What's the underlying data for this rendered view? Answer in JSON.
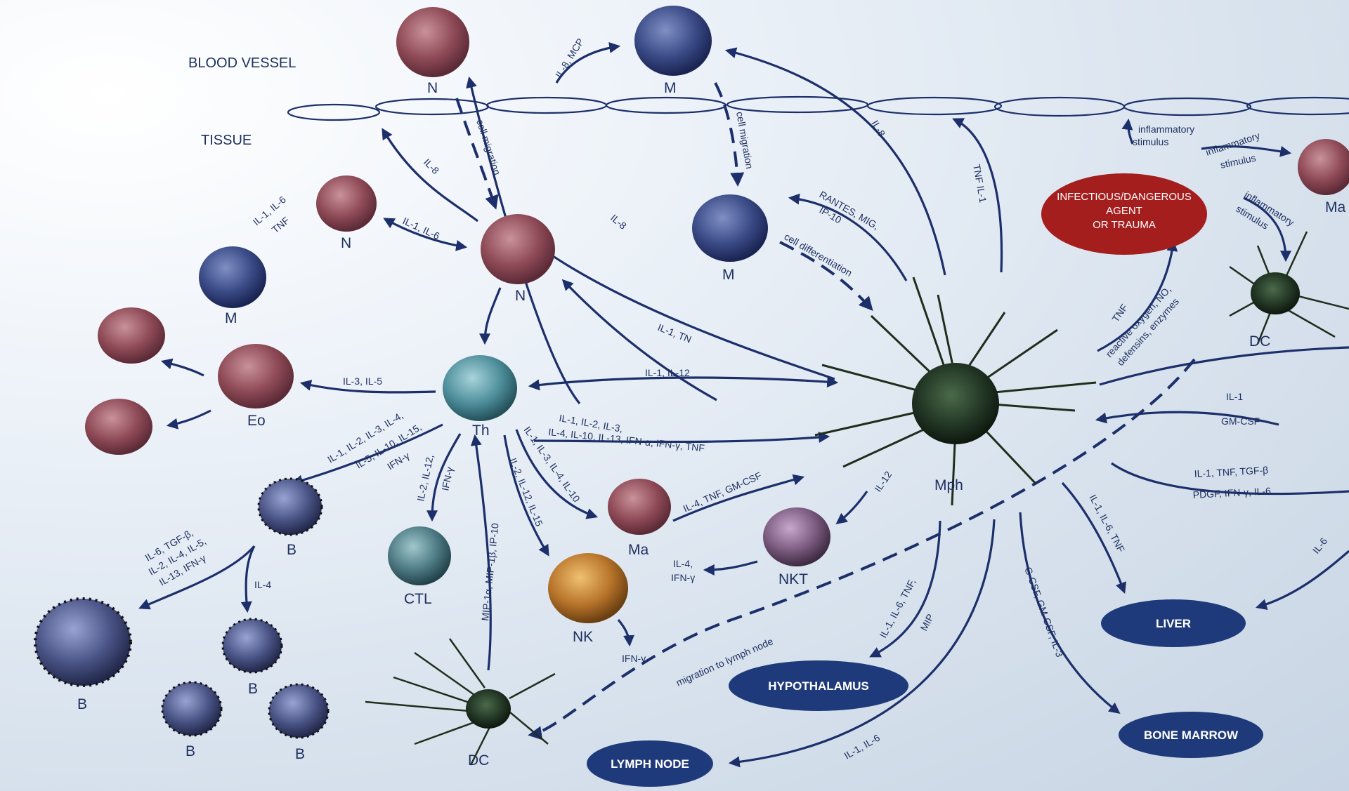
{
  "regions": {
    "blood_vessel": "BLOOD VESSEL",
    "tissue": "TISSUE"
  },
  "cells": {
    "n_vessel": "N",
    "m_vessel": "M",
    "n_small": "N",
    "n_main": "N",
    "m_left": "M",
    "m_tissue": "M",
    "eo": "Eo",
    "th": "Th",
    "b_top": "B",
    "b_big": "B",
    "b_mid": "B",
    "b_bl": "B",
    "b_br": "B",
    "ctl": "CTL",
    "ma_mid": "Ma",
    "nk": "NK",
    "nkt": "NKT",
    "mph": "Mph",
    "dc_bottom": "DC",
    "dc_right": "DC",
    "ma_right": "Ma"
  },
  "organs": {
    "infectious": [
      "INFECTIOUS/DANGEROUS",
      "AGENT",
      "OR TRAUMA"
    ],
    "liver": "LIVER",
    "hypothalamus": "HYPOTHALAMUS",
    "lymph_node": "LYMPH NODE",
    "bone_marrow": "BONE MARROW"
  },
  "edge_labels": {
    "il8_mcp": "IL-8, MCP",
    "cell_migration_1": "cell migration",
    "cell_migration_2": "cell migration",
    "il8_nvessel": "IL-8",
    "il8_mvessel": "IL-8",
    "il8_long": "IL-8",
    "tnf_il1_top": "TNF IL-1",
    "inflam_1a": "inflammatory",
    "inflam_1b": "stimulus",
    "inflam_2a": "inflammatory",
    "inflam_2b": "stimulus",
    "inflam_3a": "inflammatory",
    "inflam_3b": "stimulus",
    "rantes_1": "RANTES, MIG,",
    "rantes_2": "IP-10",
    "cell_diff": "cell differentiation",
    "il1_il6_nsmall_1": "IL-1, IL-6",
    "il1_il6_nsmall_2": "TNF",
    "il1_il6_pair": "IL-1, IL-6",
    "il1_tn": "IL-1, TN",
    "il1_il12": "IL-1, IL-12",
    "il3_il5": "IL-3, IL-5",
    "th_mph_1": "IL-1, IL-2, IL-3,",
    "th_mph_2": "IL-4, IL-10, IL-13, IFN-α, IFN-γ, TNF",
    "th_b_1": "IL-1, IL-2, IL-3, IL-4,",
    "th_b_2": "IL-5, IL-10, IL-15,",
    "th_b_3": "IFN-γ",
    "th_ctl_1": "IL-2, IL-12,",
    "th_ctl_2": "IFN-γ",
    "th_ma": "IL-1, IL-3, IL-4, IL-10",
    "th_nk": "IL-2, IL-12, IL-15",
    "dc_th": "MIP-1α, MIP-1β, IP-10",
    "ma_mph": "IL-4, TNF, GM-CSF",
    "mph_nkt": "IL-12",
    "nkt_1": "IL-4,",
    "nkt_2": "IFN-γ",
    "nk_ifn": "IFN-γ",
    "b_big_1": "IL-6, TGF-β,",
    "b_big_2": "IL-2, IL-4, IL-5,",
    "b_big_3": "IL-13, IFN-γ",
    "b_il4": "IL-4",
    "migration_ln": "migration to lymph node",
    "hypo_1": "IL-1, IL-6, TNF,",
    "hypo_2": "MIP",
    "il1_il6_ln": "IL-1, IL-6",
    "bm": "G-CSF, GM-CSF, IL-3",
    "liver_l": "IL-1, IL-6, TNF",
    "tnf_agent": "TNF",
    "ros_1": "reactive oxygen, NO,",
    "ros_2": "defensins, enzymes",
    "il1_right": "IL-1",
    "gmcsf_right": "GM-CSF",
    "r_1": "IL-1, TNF, TGF-β",
    "r_2": "PDGF, IFN-γ, IL-6",
    "il6_right": "IL-6"
  },
  "colors": {
    "arrow": "#1c2f6a",
    "organ": "#1f3a7a",
    "agent": "#a41e1e",
    "granulocyte": "#8e4a56",
    "monocyte": "#3a4a86",
    "th": "#4d8e9a",
    "nk": "#b7742a",
    "nkt": "#7a5a7e",
    "b_cell": "#4a5486",
    "mph": "#2c4a2c"
  }
}
